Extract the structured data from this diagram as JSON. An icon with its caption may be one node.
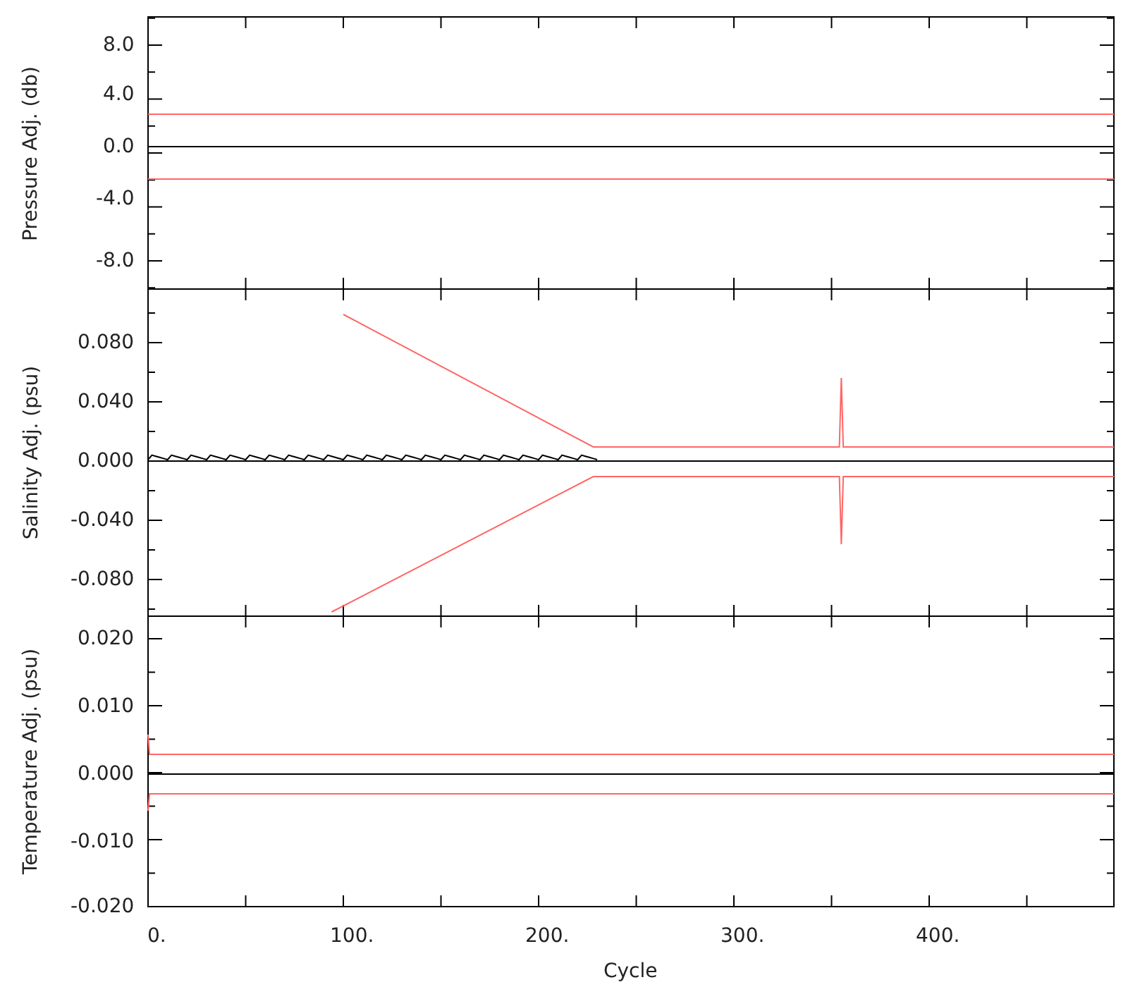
{
  "diagram": {
    "labels": [
      "8.0",
      "4.0",
      "0.0",
      "-4.0",
      "-8.0",
      "Pressure Adj. (db)",
      "0.080",
      "0.040",
      "0.000",
      "-0.040",
      "-0.080",
      "Salinity Adj. (psu)",
      "0.020",
      "0.010",
      "0.000",
      "-0.010",
      "-0.020",
      "Temperature Adj. (psu)",
      "0.",
      "100.",
      "200.",
      "300.",
      "400.",
      "Cycle"
    ]
  }
}
